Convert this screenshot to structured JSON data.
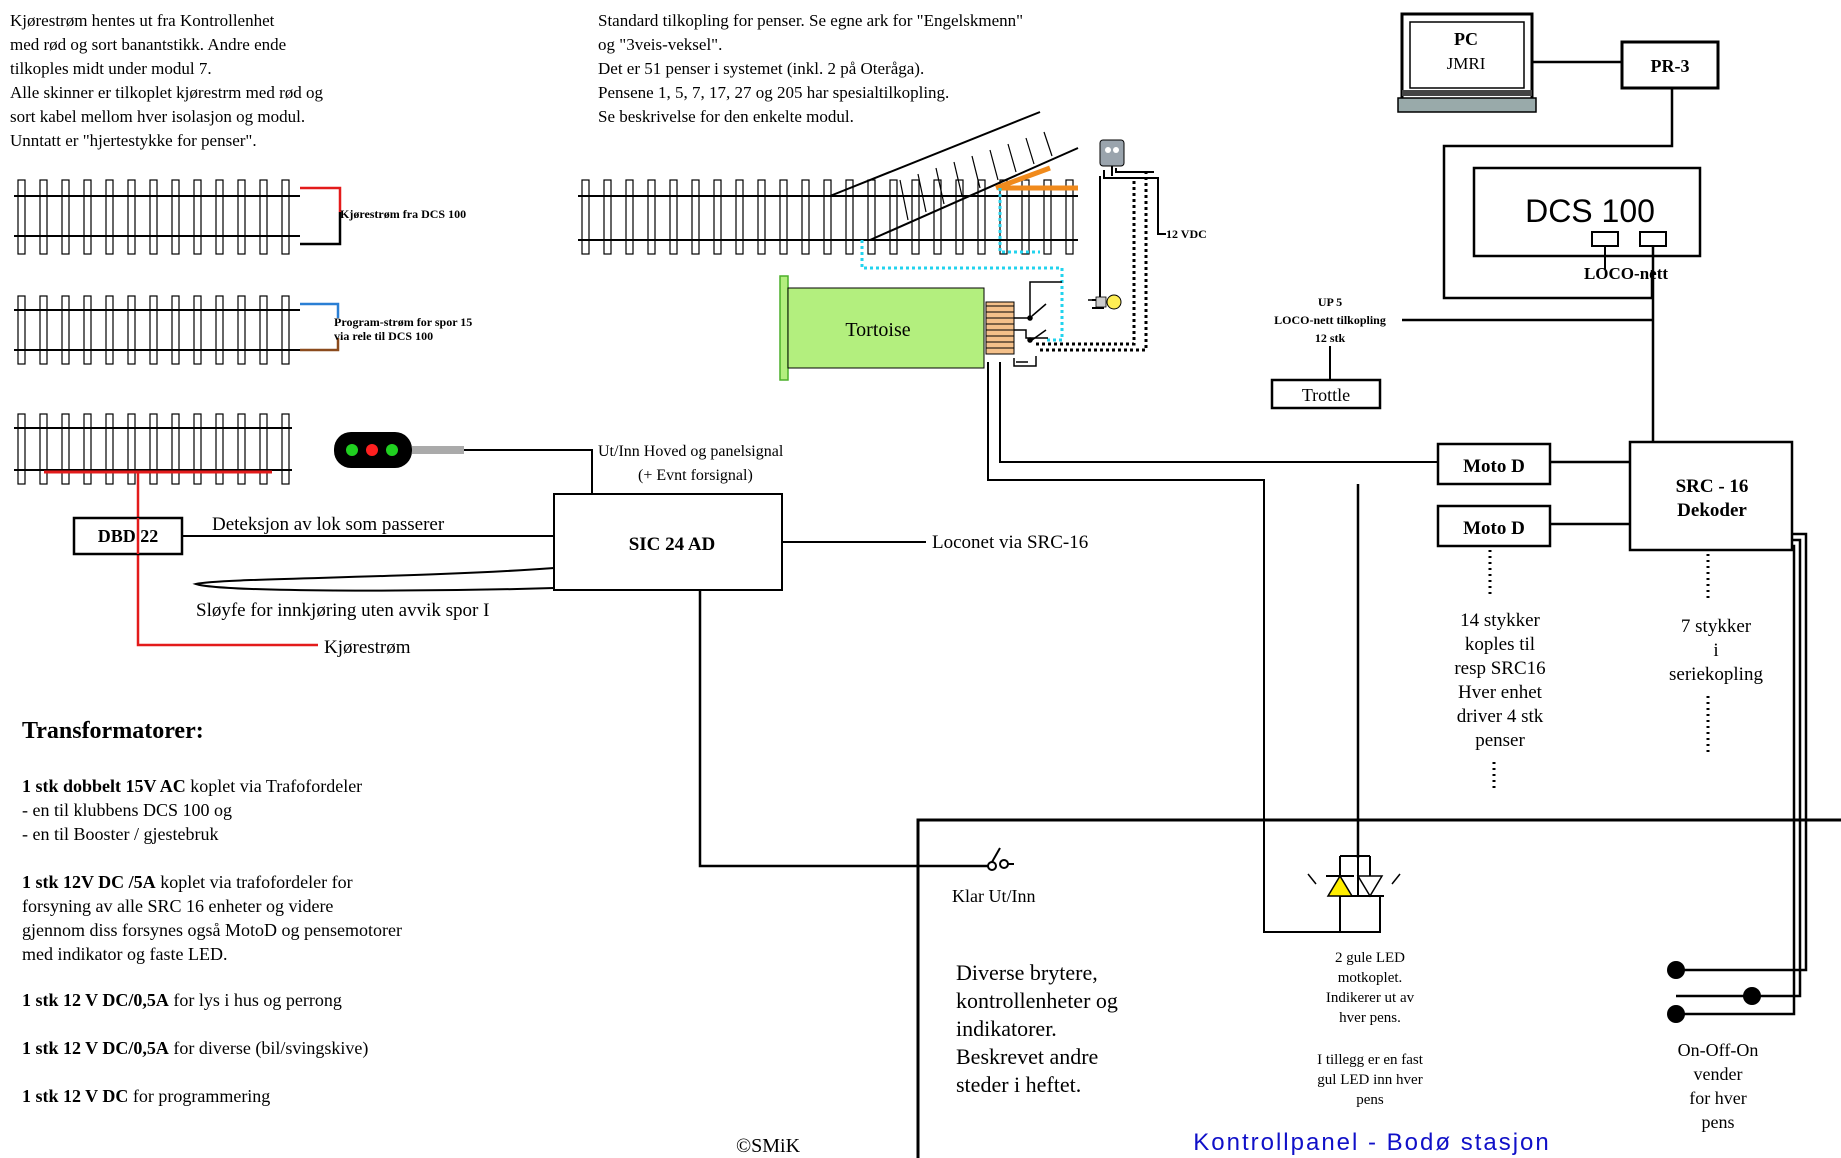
{
  "intro_left": {
    "lines": [
      "Kjørestrøm hentes ut fra Kontrollenhet",
      "med rød og sort banantstikk. Andre ende",
      "tilkoples midt under modul 7.",
      "Alle skinner er tilkoplet kjørestrm med rød og",
      "sort kabel mellom hver isolasjon og modul.",
      "Unntatt er \"hjertestykke for penser\"."
    ]
  },
  "intro_center": {
    "lines": [
      "Standard tilkopling for penser. Se egne ark for \"Engelskmenn\"",
      "og \"3veis-veksel\".",
      "Det er 51 penser i systemet (inkl. 2 på Oteråga).",
      "Pensene 1, 5, 7, 17, 27 og 205 har spesialtilkopling.",
      "Se beskrivelse for den enkelte modul."
    ]
  },
  "track_labels": {
    "kjorestrom_dcs": "Kjørestrøm fra DCS 100",
    "program_line1": "Program-strøm for spor 15",
    "program_line2": "via rele til DCS 100",
    "vdc12": "12 VDC"
  },
  "boxes": {
    "pc_line1": "PC",
    "pc_line2": "JMRI",
    "pr3": "PR-3",
    "dcs100": "DCS 100",
    "loco_nett": "LOCO-nett",
    "tortoise": "Tortoise",
    "trottle": "Trottle",
    "moto_d_1": "Moto D",
    "moto_d_2": "Moto D",
    "src16_line1": "SRC - 16",
    "src16_line2": "Dekoder",
    "dbd22": "DBD 22",
    "sic24": "SIC 24 AD"
  },
  "up5": {
    "line1": "UP 5",
    "line2": "LOCO-nett tilkopling",
    "line3": "12 stk"
  },
  "signal_label": {
    "line1": "Ut/Inn Hoved og panelsignal",
    "line2": "(+ Evnt forsignal)"
  },
  "wires": {
    "deteksjon": "Deteksjon av lok som passerer",
    "loconet": "Loconet via SRC-16",
    "sloyfe": "Sløyfe for innkjøring uten avvik spor I",
    "kjorestrom": "Kjørestrøm"
  },
  "motod_note": [
    "14 stykker",
    "koples til",
    "resp SRC16",
    "Hver enhet",
    "driver 4 stk",
    "penser"
  ],
  "src_note": [
    "7 stykker",
    "i",
    "seriekopling"
  ],
  "transformers": {
    "heading": "Transformatorer:",
    "item1_bold": "1 stk dobbelt 15V AC",
    "item1_rest": " koplet via Trafofordeler",
    "item1_sub1": "- en til klubbens DCS 100 og",
    "item1_sub2": "- en til Booster / gjestebruk",
    "item2_bold": "1 stk 12V DC /5A",
    "item2_rest": " koplet via trafofordeler for",
    "item2_line2": "forsyning av alle SRC 16 enheter og videre",
    "item2_line3": "gjennom diss forsynes også MotoD og pensemotorer",
    "item2_line4": "med indikator og faste LED.",
    "item3_bold": "1 stk 12 V DC/0,5A",
    "item3_rest": " for lys i hus og perrong",
    "item4_bold": "1 stk 12 V DC/0,5A",
    "item4_rest": " for diverse (bil/svingskive)",
    "item5_bold": "1 stk 12 V DC",
    "item5_rest": " for programmering"
  },
  "panel": {
    "klar": "Klar Ut/Inn",
    "diverse": [
      "Diverse brytere,",
      "kontrollenheter og",
      "indikatorer.",
      "Beskrevet andre",
      "steder i heftet."
    ],
    "led_note1": [
      "2 gule LED",
      "motkoplet.",
      "Indikerer ut av",
      "hver pens."
    ],
    "led_note2": [
      "I tillegg er en fast",
      "gul LED inn hver",
      "pens"
    ],
    "onoff": [
      "On-Off-On",
      "vender",
      "for hver",
      "pens"
    ],
    "title": "Kontrollpanel - Bodø stasjon"
  },
  "copyright": "©SMiK",
  "colors": {
    "line": "#000000",
    "red_wire": "#e31b1b",
    "blue_wire": "#2a7fd4",
    "brown_wire": "#8b4a1c",
    "orange_frog": "#f08a1c",
    "cyan_dotted": "#22d3ee",
    "tortoise_fill": "#b3ef7e",
    "tortoise_edge": "#4caf2a",
    "signal_red": "#ff2020",
    "signal_green": "#20d020",
    "led_yellow": "#ffee00",
    "panel_title": "#1010c8"
  }
}
